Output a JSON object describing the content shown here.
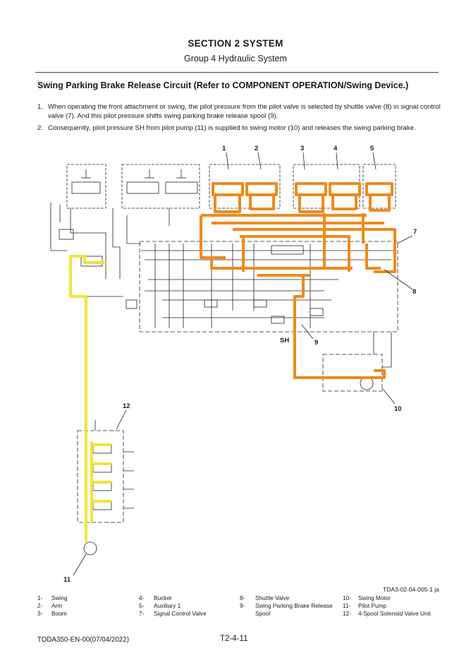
{
  "header": {
    "section": "SECTION 2 SYSTEM",
    "group": "Group 4 Hydraulic System"
  },
  "heading": "Swing Parking Brake Release Circuit (Refer to COMPONENT OPERATION/Swing Device.)",
  "paragraphs": [
    {
      "num": "1.",
      "text": "When operating the front attachment or swing, the pilot pressure from the pilot valve is selected by shuttle valve (8) in signal control valve (7). And this pilot pressure shifts swing parking brake release spool (9)."
    },
    {
      "num": "2.",
      "text": "Consequently, pilot pressure SH from pilot pump (11) is supplied to swing motor (10) and releases the swing parking brake."
    }
  ],
  "diagram": {
    "callouts": {
      "c1": "1",
      "c2": "2",
      "c3": "3",
      "c4": "4",
      "c5": "5",
      "c7": "7",
      "c8": "8",
      "c9": "9",
      "c10": "10",
      "c11": "11",
      "c12": "12"
    },
    "sh_label": "SH",
    "reference": "TDA3-02-04-005-1 ja",
    "colors": {
      "orange": "#ef8a1c",
      "yellow": "#f0e53a",
      "line": "#222222"
    }
  },
  "legend": [
    {
      "num": "1-",
      "label": "Swing"
    },
    {
      "num": "2-",
      "label": "Arm"
    },
    {
      "num": "3-",
      "label": "Boom"
    },
    {
      "num": "4-",
      "label": "Bucket"
    },
    {
      "num": "5-",
      "label": "Auxiliary 1"
    },
    {
      "num": "7-",
      "label": "Signal Control Valve"
    },
    {
      "num": "8-",
      "label": "Shuttle Valve"
    },
    {
      "num": "9-",
      "label": "Swing Parking Brake Release Spool"
    },
    {
      "num": "10-",
      "label": "Swing Motor"
    },
    {
      "num": "11-",
      "label": "Pilot Pump"
    },
    {
      "num": "12-",
      "label": "4-Spool Solenoid Valve Unit"
    }
  ],
  "footer": {
    "doc_id": "TODA350-EN-00(07/04/2022)",
    "page": "T2-4-11"
  }
}
